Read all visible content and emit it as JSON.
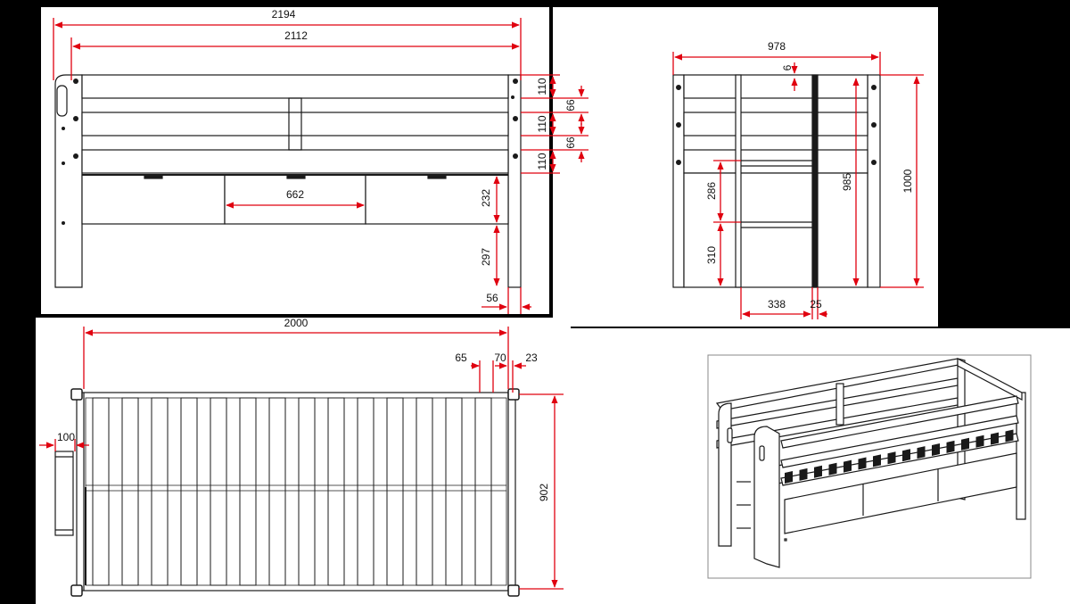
{
  "colors": {
    "background": "#000000",
    "panel": "#ffffff",
    "line": "#1a1a1a",
    "dimension": "#e0000f",
    "fill": "#ffffff"
  },
  "views": {
    "front": {
      "overall_width": "2194",
      "inner_width": "2112",
      "rail_height_top": "110",
      "rail_height_middle": "110",
      "rail_height_bottom": "110",
      "rail_gap_1": "66",
      "rail_gap_2": "66",
      "drawer_width": "662",
      "drawer_height": "232",
      "floor_clearance": "297",
      "post_width": "56"
    },
    "side": {
      "overall_width": "978",
      "top_offset": "6",
      "ladder_height": "985",
      "total_height": "1000",
      "ladder_step_upper": "286",
      "ladder_step_lower": "310",
      "ladder_offset": "338",
      "ladder_board": "25"
    },
    "top": {
      "length": "2000",
      "rail_65": "65",
      "rail_70": "70",
      "rail_23": "23",
      "width": "902",
      "ladder_depth": "100"
    }
  }
}
